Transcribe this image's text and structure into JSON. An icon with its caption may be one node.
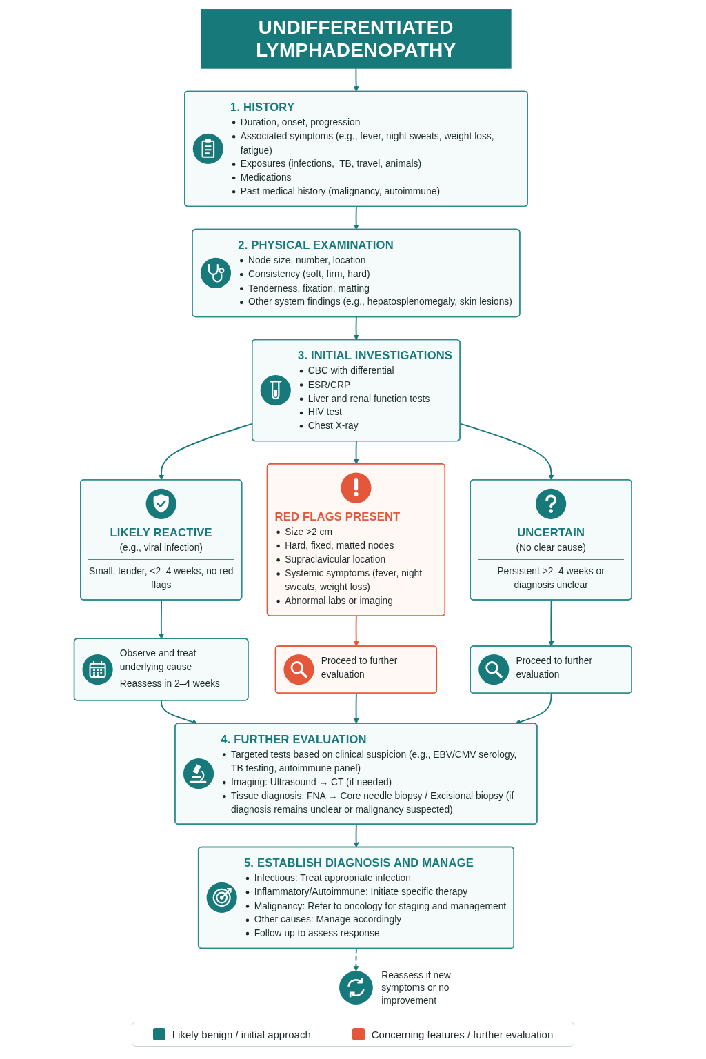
{
  "diagram": {
    "nodes": [
      {
        "text": [
          "UNDIFFERENTIATED LYMPHADENOPATHY"
        ]
      },
      {
        "text": [
          "1. HISTORY",
          "Duration, onset, progression",
          "Associated symptoms (e.g., fever, night sweats, weight loss, fatigue)",
          "Exposures (infections,  TB, travel, animals)",
          "Medications",
          "Past medical history (malignancy, autoimmune)"
        ]
      },
      {
        "text": [
          "2. PHYSICAL EXAMINATION",
          "Node size, number, location",
          "Consistency (soft, firm, hard)",
          "Tenderness, fixation, matting",
          "Other system findings (e.g., hepatosplenomegaly, skin lesions)"
        ]
      },
      {
        "text": [
          "3. INITIAL INVESTIGATIONS",
          "CBC with differential",
          "ESR/CRP",
          "Liver and renal function tests",
          "HIV test",
          "Chest X-ray"
        ]
      },
      {
        "text": [
          "LIKELY REACTIVE",
          "(e.g., viral infection)",
          "Small, tender, <2–4 weeks, no red flags"
        ]
      },
      {
        "text": [
          "RED FLAGS PRESENT",
          "Size >2 cm",
          "Hard, fixed, matted nodes",
          "Supraclavicular location",
          "Systemic symptoms (fever, night sweats, weight loss)",
          "Abnormal labs or imaging"
        ]
      },
      {
        "text": [
          "UNCERTAIN",
          "(No clear cause)",
          "Persistent >2–4 weeks or diagnosis unclear"
        ]
      },
      {
        "text": [
          "Observe and treat underlying cause",
          "Reassess in 2–4 weeks"
        ]
      },
      {
        "text": [
          "Proceed to further evaluation"
        ]
      },
      {
        "text": [
          "Proceed to further evaluation"
        ]
      },
      {
        "text": [
          "4. FURTHER EVALUATION",
          "Targeted tests based on clinical suspicion (e.g., EBV/CMV serology, TB testing, autoimmune panel)",
          "Imaging: Ultrasound → CT (if needed)",
          "Tissue diagnosis: FNA → Core needle biopsy / Excisional biopsy (if diagnosis remains unclear or malignancy suspected)"
        ]
      },
      {
        "text": [
          "5. ESTABLISH DIAGNOSIS AND MANAGE",
          "Infectious: Treat appropriate infection",
          "Inflammatory/Autoimmune: Initiate specific therapy",
          "Malignancy: Refer to oncology for staging and management",
          "Other causes: Manage accordingly",
          "Follow up to assess response"
        ]
      },
      {
        "text": [],
        "shape": "circle",
        "beside": [
          "Reassess if new symptoms or no improvement"
        ]
      }
    ],
    "edges": [
      {
        "from": 0,
        "to": 1,
        "arrow": "to"
      },
      {
        "from": 1,
        "to": 2,
        "arrow": "to"
      },
      {
        "from": 2,
        "to": 3,
        "arrow": "to"
      },
      {
        "from": 3,
        "to": 4,
        "arrow": "to"
      },
      {
        "from": 3,
        "to": 5,
        "arrow": "to"
      },
      {
        "from": 3,
        "to": 6,
        "arrow": "to"
      },
      {
        "from": 4,
        "to": 7,
        "arrow": "to"
      },
      {
        "from": 5,
        "to": 8,
        "arrow": "to",
        "color": "#e4573a"
      },
      {
        "from": 6,
        "to": 9,
        "arrow": "to"
      },
      {
        "from": 7,
        "to": 10,
        "arrow": "to"
      },
      {
        "from": 8,
        "to": 10,
        "arrow": "to"
      },
      {
        "from": 9,
        "to": 10,
        "arrow": "to"
      },
      {
        "from": 10,
        "to": 11,
        "arrow": "to"
      },
      {
        "from": 11,
        "to": 12,
        "arrow": "to",
        "style": "dashed"
      }
    ],
    "legend": [
      {
        "text": "Likely benign / initial approach",
        "color": "#17797a"
      },
      {
        "text": "Concerning features / further evaluation",
        "color": "#e4573a"
      }
    ]
  }
}
